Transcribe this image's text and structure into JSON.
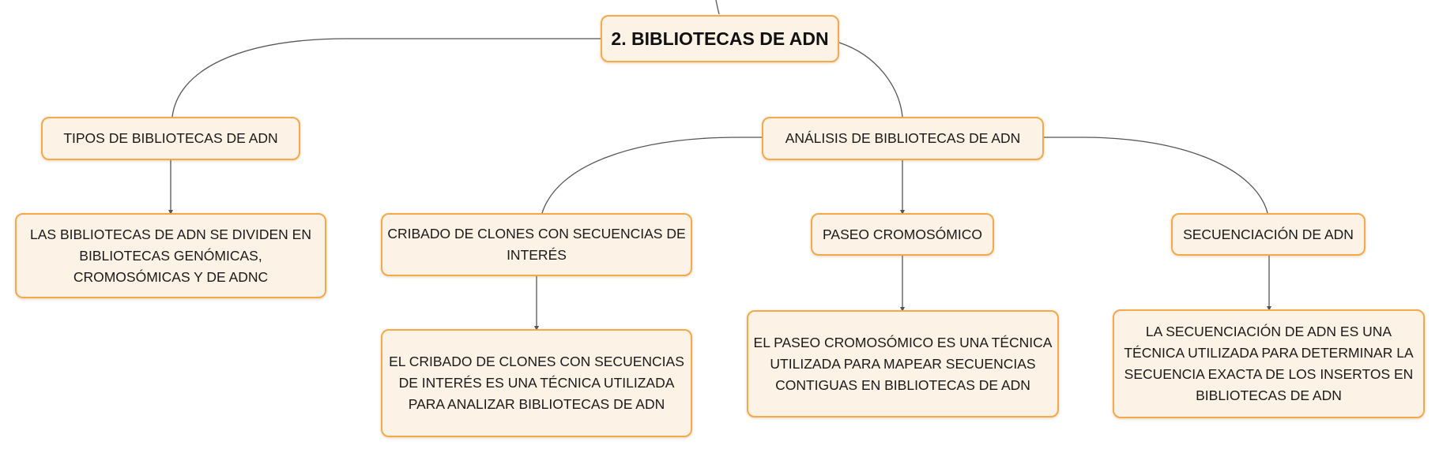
{
  "colors": {
    "node_fill": "#fdf2e6",
    "node_border": "#f5a94a",
    "connector": "#555555",
    "text": "#1a1a1a"
  },
  "nodes": {
    "root": {
      "label": "2. BIBLIOTECAS DE ADN"
    },
    "tipos": {
      "label": "TIPOS DE BIBLIOTECAS DE ADN"
    },
    "tipos_desc": {
      "label": "LAS BIBLIOTECAS DE ADN SE DIVIDEN EN BIBLIOTECAS GENÓMICAS, CROMOSÓMICAS Y DE ADNC"
    },
    "analisis": {
      "label": "ANÁLISIS DE BIBLIOTECAS DE ADN"
    },
    "cribado": {
      "label": "CRIBADO DE CLONES CON SECUENCIAS DE INTERÉS"
    },
    "cribado_desc": {
      "label": "EL CRIBADO DE CLONES CON SECUENCIAS DE INTERÉS ES UNA TÉCNICA UTILIZADA PARA ANALIZAR BIBLIOTECAS DE ADN"
    },
    "paseo": {
      "label": "PASEO CROMOSÓMICO"
    },
    "paseo_desc": {
      "label": "EL PASEO CROMOSÓMICO ES UNA TÉCNICA UTILIZADA PARA MAPEAR SECUENCIAS CONTIGUAS EN BIBLIOTECAS DE ADN"
    },
    "secuenciacion": {
      "label": "SECUENCIACIÓN DE ADN"
    },
    "secuenciacion_desc": {
      "label": "LA SECUENCIACIÓN DE ADN ES UNA TÉCNICA UTILIZADA PARA DETERMINAR LA SECUENCIA EXACTA DE LOS INSERTOS EN BIBLIOTECAS DE ADN"
    }
  }
}
